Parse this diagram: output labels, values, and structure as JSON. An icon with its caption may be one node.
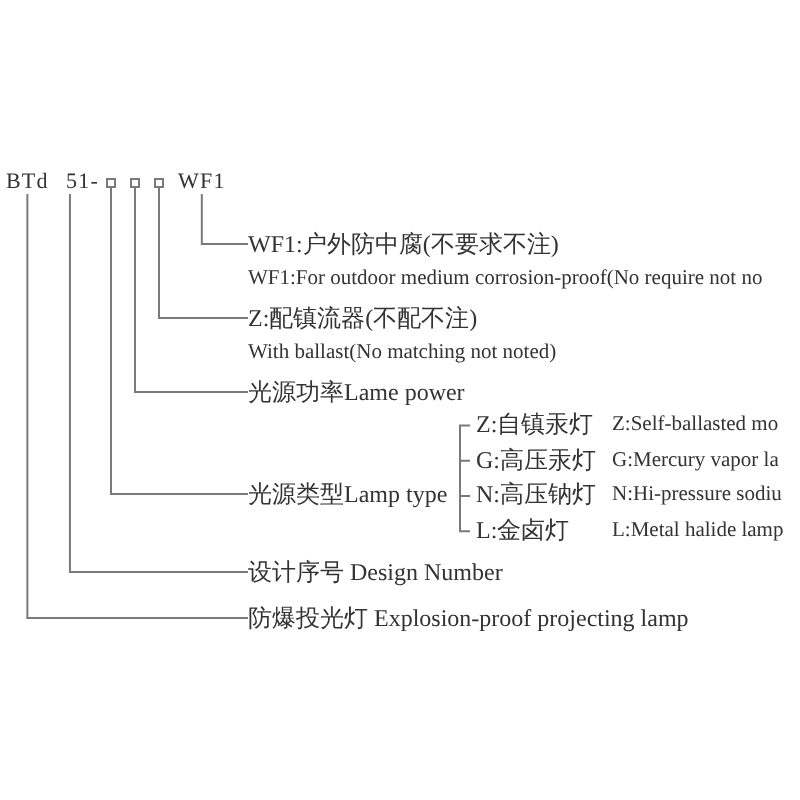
{
  "diagram": {
    "nodes": [
      {
        "text": [
          "BTd"
        ]
      },
      {
        "text": [
          "51-"
        ]
      },
      {
        "text": [],
        "shape": "box"
      },
      {
        "text": [],
        "shape": "box"
      },
      {
        "text": [],
        "shape": "box"
      },
      {
        "text": [
          "WF1"
        ]
      },
      {
        "text": [
          "WF1:户外防中腐(不要求不注)",
          "WF1:For outdoor medium corrosion-proof(No require not no"
        ]
      },
      {
        "text": [
          "Z:配镇流器(不配不注)",
          "With ballast(No matching not noted)"
        ]
      },
      {
        "text": [
          "光源功率Lame power"
        ]
      },
      {
        "text": [
          "光源类型Lamp type"
        ]
      },
      {
        "text": [
          "设计序号 Design Number"
        ]
      },
      {
        "text": [
          "防爆投光灯 Explosion-proof projecting lamp"
        ]
      }
    ],
    "edges": [
      {
        "from": 5,
        "to": 6,
        "arrow": "none"
      },
      {
        "from": 4,
        "to": 7,
        "arrow": "none"
      },
      {
        "from": 3,
        "to": 8,
        "arrow": "none"
      },
      {
        "from": 2,
        "to": 9,
        "arrow": "none"
      },
      {
        "from": 1,
        "to": 10,
        "arrow": "none"
      },
      {
        "from": 0,
        "to": 11,
        "arrow": "none"
      }
    ],
    "labels": [
      "Z:自镇汞灯",
      "Z:Self-ballasted mo",
      "G:高压汞灯",
      "G:Mercury vapor la",
      "N:高压钠灯",
      "N:Hi-pressure sodiu",
      "L:金卤灯",
      "L:Metal halide lamp"
    ]
  }
}
